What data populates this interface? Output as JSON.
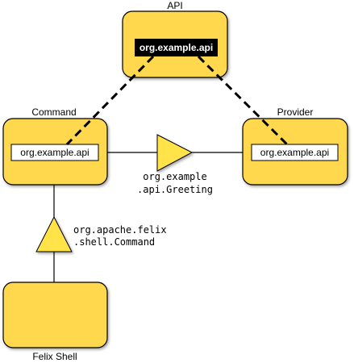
{
  "colors": {
    "bundle_fill": "#FFD84D",
    "bundle_stroke": "#000000",
    "service_fill": "#FFE34A",
    "inverse_fill": "#000000"
  },
  "bundles": {
    "api": {
      "name": "API",
      "package": "org.example.api"
    },
    "command": {
      "name": "Command",
      "package": "org.example.api"
    },
    "provider": {
      "name": "Provider",
      "package": "org.example.api"
    },
    "shell": {
      "name": "Felix Shell"
    }
  },
  "services": {
    "greeting": {
      "line1": "org.example",
      "line2": ".api.Greeting"
    },
    "command": {
      "line1": "org.apache.felix",
      "line2": ".shell.Command"
    }
  }
}
